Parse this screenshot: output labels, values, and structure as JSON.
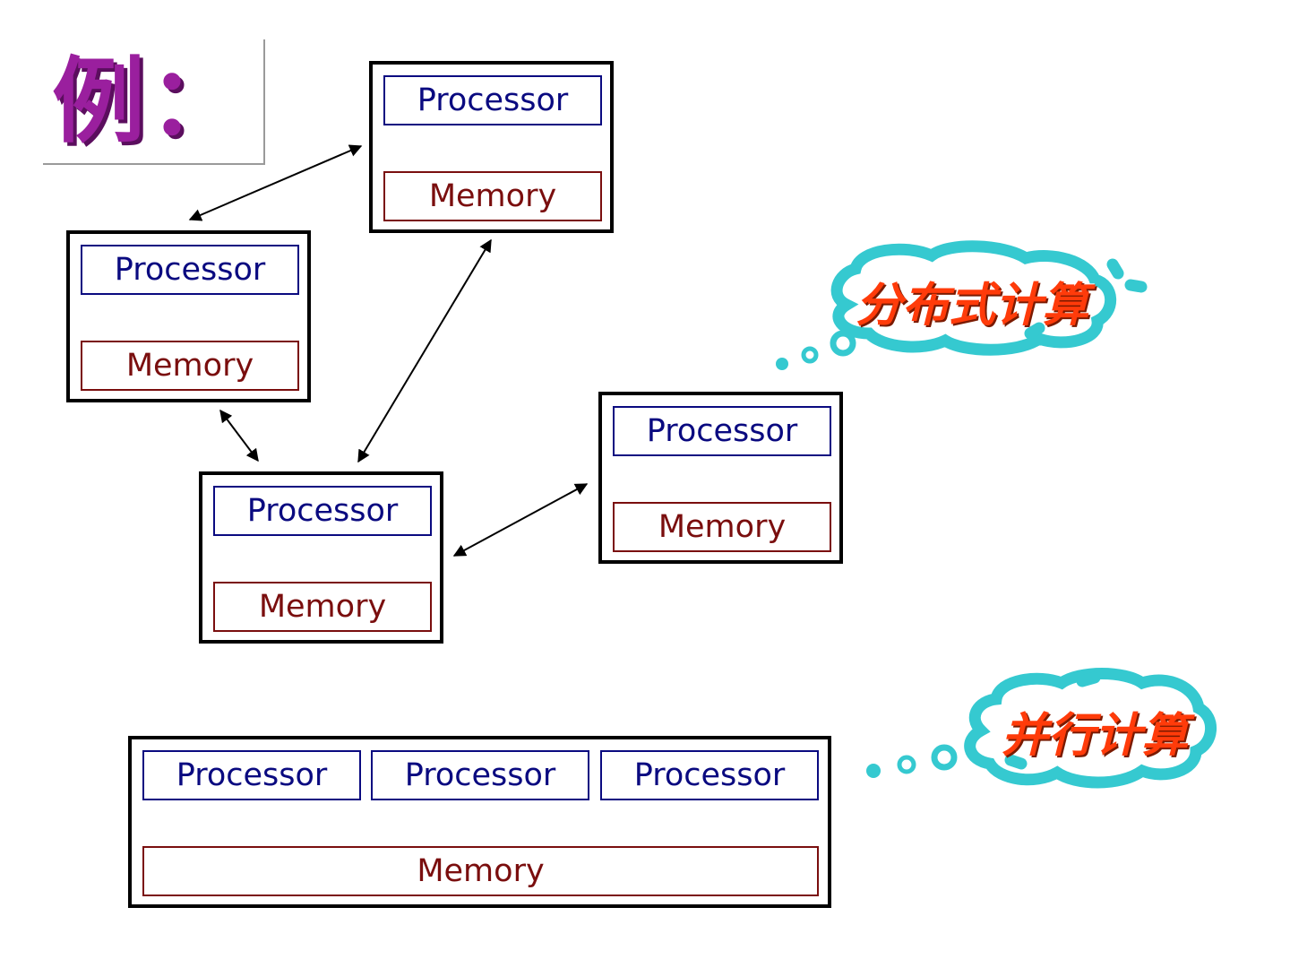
{
  "title": "例：",
  "labels": {
    "processor": "Processor",
    "memory": "Memory"
  },
  "clouds": {
    "distributed": "分布式计算",
    "parallel": "并行计算"
  },
  "colors": {
    "title": "#9a1f9e",
    "processor": "#0a0a80",
    "memory": "#7a0e0e",
    "cloud": "#35c9d0",
    "cloud_text": "#ff3b0a"
  }
}
